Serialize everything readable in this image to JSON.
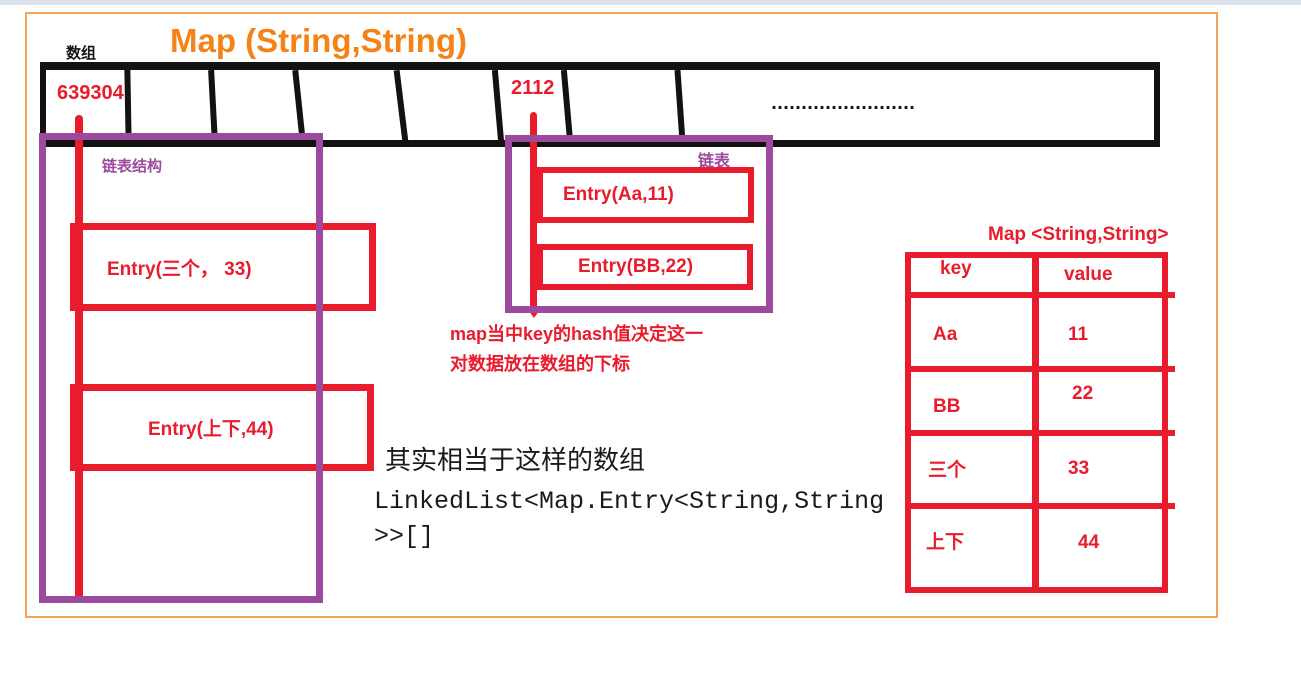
{
  "title": "Map (String,String)",
  "array": {
    "label": "数组",
    "index_values": {
      "first": "639304",
      "middle": "2112"
    },
    "ellipsis": "........................"
  },
  "left_chain": {
    "label": "链表结构",
    "entries": [
      "Entry(三个， 33)",
      "Entry(上下,44)"
    ]
  },
  "mid_chain": {
    "label": "链表",
    "entries": [
      "Entry(Aa,11)",
      "Entry(BB,22)"
    ]
  },
  "hash_note": {
    "line1": "map当中key的hash值决定这一",
    "line2": "对数据放在数组的下标"
  },
  "equiv_note": {
    "line1": "其实相当于这样的数组",
    "line2": "LinkedList<Map.Entry<String,String",
    "line3": ">>[]"
  },
  "map_table": {
    "title": "Map <String,String>",
    "headers": [
      "key",
      "value"
    ],
    "rows": [
      [
        "Aa",
        "11"
      ],
      [
        "BB",
        "22"
      ],
      [
        "三个",
        "33"
      ],
      [
        "上下",
        "44"
      ]
    ]
  },
  "colors": {
    "red": "#e81c2c",
    "purple": "#9d4a9e",
    "title_orange": "#f58216",
    "frame_orange": "#f5a45f",
    "ink": "#141414",
    "top_strip": "#dce1ee"
  }
}
